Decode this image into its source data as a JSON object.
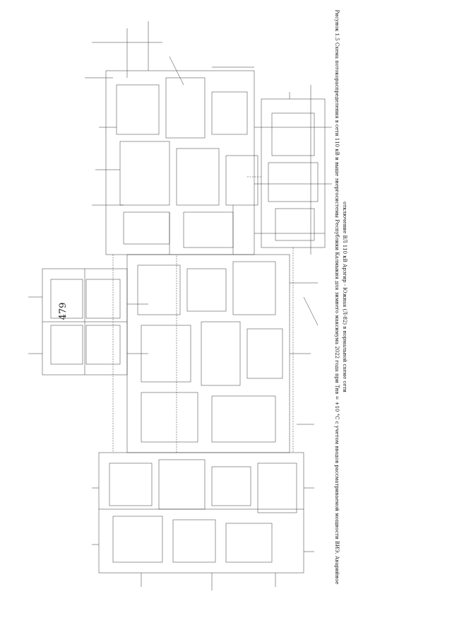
{
  "page_number": "479",
  "caption": {
    "line_1": "Рисунок 1.5 Схема потокораспределения в сети 110 кВ и выше энергосистемы Республики Калмыкия для зимнего максимума 2022 года при Тнв = +10 °С с учетом вводов рассматриваемой мощности ВИЭ. Аварийное",
    "line_2": "отключение ВЛ 110 кВ Арзгир - Южная (Л-82) в нормальной схеме сети"
  }
}
